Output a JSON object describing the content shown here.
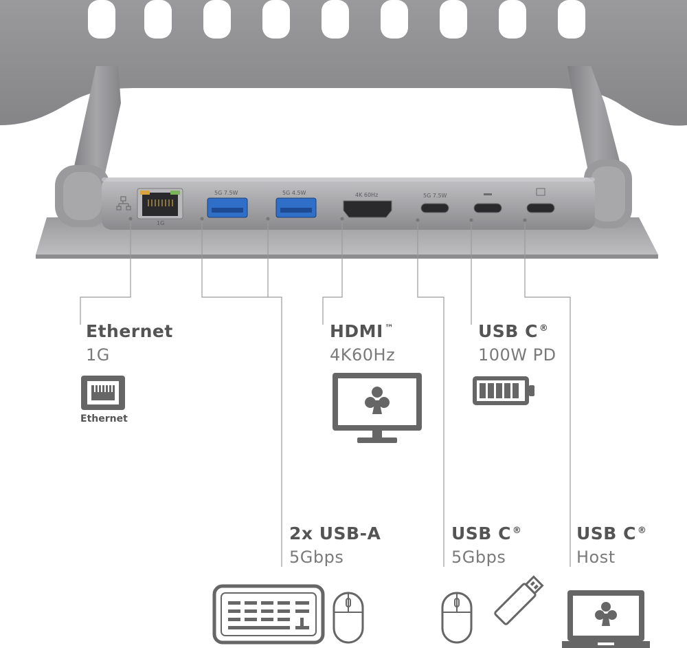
{
  "port_tags": {
    "usb_a1": "5G 7.5W",
    "usb_a2": "5G 4.5W",
    "hdmi": "4K 60Hz",
    "usbc1": "5G 7.5W",
    "ethernet": "1G"
  },
  "callouts": {
    "ethernet": {
      "title": "Ethernet",
      "sup": "",
      "sub": "1G",
      "icon_caption": "Ethernet",
      "icon": "ethernet-port-icon"
    },
    "hdmi": {
      "title": "HDMI",
      "sup": "™",
      "sub": "4K60Hz",
      "icon": "monitor-icon"
    },
    "usbc_pd": {
      "title": "USB C",
      "sup": "®",
      "sub": "100W PD",
      "icon": "battery-icon"
    },
    "usb_a": {
      "title": "2x USB-A",
      "sup": "",
      "sub": "5Gbps",
      "icons": [
        "keyboard-icon",
        "mouse-icon"
      ]
    },
    "usbc_data": {
      "title": "USB C",
      "sup": "®",
      "sub": "5Gbps",
      "icons": [
        "mouse-icon",
        "usb-stick-icon"
      ]
    },
    "usbc_host": {
      "title": "USB C",
      "sup": "®",
      "sub": "Host",
      "icon": "laptop-icon"
    }
  },
  "colors": {
    "aluminium": "#8f8f91",
    "hub_body": "#a3a3a6",
    "usb_a_blue": "#2f6fc8",
    "line": "#9a9a9a",
    "icon_gray": "#666666"
  }
}
